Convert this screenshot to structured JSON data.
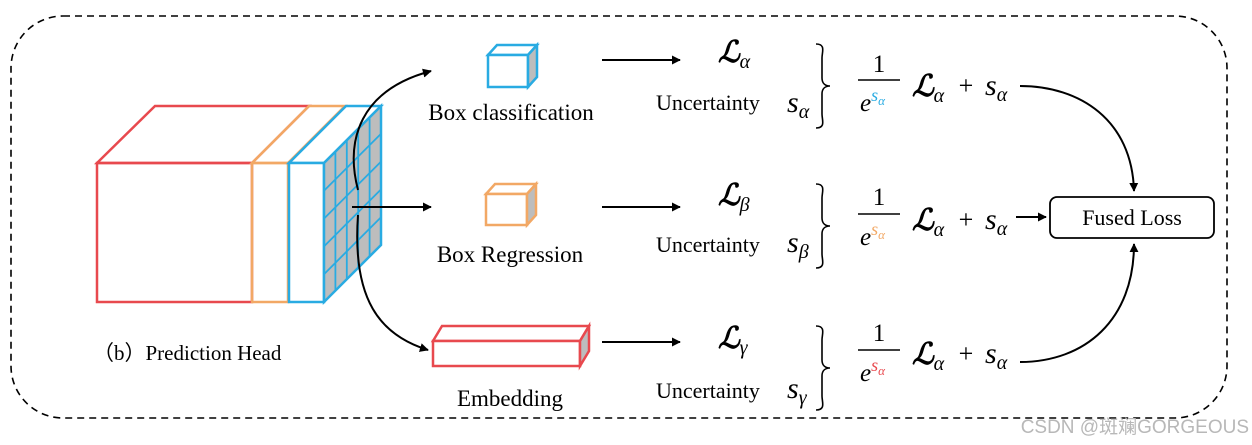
{
  "colors": {
    "classification": "#29ABE2",
    "regression": "#F2A865",
    "regression_symbol": "#F5B800",
    "embedding": "#E8494E",
    "cube_side": "#BDBDBD",
    "line": "#000000"
  },
  "prediction_head": {
    "caption": "（b）Prediction Head"
  },
  "branches": [
    {
      "id": "classification",
      "task_label": "Box classification",
      "loss_symbol": "ℒ",
      "loss_subscript": "α",
      "uncertainty_label": "Uncertainty",
      "uncertainty_symbol": "s",
      "uncertainty_subscript": "α",
      "formula": {
        "numerator": "1",
        "denominator_base": "e",
        "exp_symbol": "s",
        "exp_subscript": "α",
        "loss_symbol": "ℒ",
        "loss_subscript": "α",
        "plus": "+",
        "s_symbol": "s",
        "s_subscript": "α"
      }
    },
    {
      "id": "regression",
      "task_label": "Box Regression",
      "loss_symbol": "ℒ",
      "loss_subscript": "β",
      "uncertainty_label": "Uncertainty",
      "uncertainty_symbol": "s",
      "uncertainty_subscript": "β",
      "formula": {
        "numerator": "1",
        "denominator_base": "e",
        "exp_symbol": "s",
        "exp_subscript": "α",
        "loss_symbol": "ℒ",
        "loss_subscript": "α",
        "plus": "+",
        "s_symbol": "s",
        "s_subscript": "α"
      }
    },
    {
      "id": "embedding",
      "task_label": "Embedding",
      "loss_symbol": "ℒ",
      "loss_subscript": "γ",
      "uncertainty_label": "Uncertainty",
      "uncertainty_symbol": "s",
      "uncertainty_subscript": "γ",
      "formula": {
        "numerator": "1",
        "denominator_base": "e",
        "exp_symbol": "s",
        "exp_subscript": "α",
        "loss_symbol": "ℒ",
        "loss_subscript": "α",
        "plus": "+",
        "s_symbol": "s",
        "s_subscript": "α"
      }
    }
  ],
  "fused_loss": {
    "label": "Fused Loss"
  },
  "watermark": "CSDN @斑斓GORGEOUS"
}
